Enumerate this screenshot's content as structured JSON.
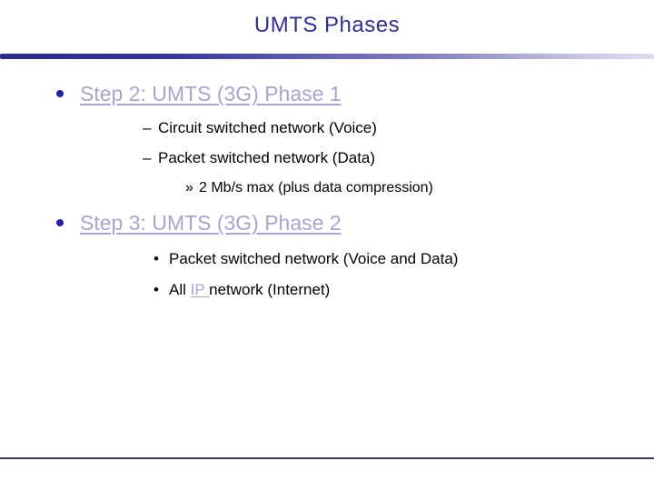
{
  "slide": {
    "title": "UMTS Phases",
    "colors": {
      "title_text": "#31318c",
      "heading_text": "#a5a5ce",
      "heading_bullet": "#2121ad",
      "body_text": "#000000",
      "rule_gradient_start": "#2b2b8a",
      "rule_gradient_end": "#dcdcef",
      "bottom_rule": "#3d3d66"
    },
    "section1": {
      "heading": "Step 2: UMTS (3G) Phase 1",
      "item1": {
        "marker": "–",
        "text": "Circuit switched network (Voice)"
      },
      "item2": {
        "marker": "–",
        "text": "Packet switched network (Data)"
      },
      "item3": {
        "marker": "»",
        "text": "2 Mb/s max (plus data compression)"
      }
    },
    "section2": {
      "heading": "Step 3: UMTS (3G) Phase 2",
      "item1": {
        "marker": "•",
        "text": "Packet switched network (Voice and Data)"
      },
      "item2": {
        "marker": "•",
        "prefix": "All ",
        "link": "IP ",
        "suffix": "network (Internet)"
      }
    }
  }
}
